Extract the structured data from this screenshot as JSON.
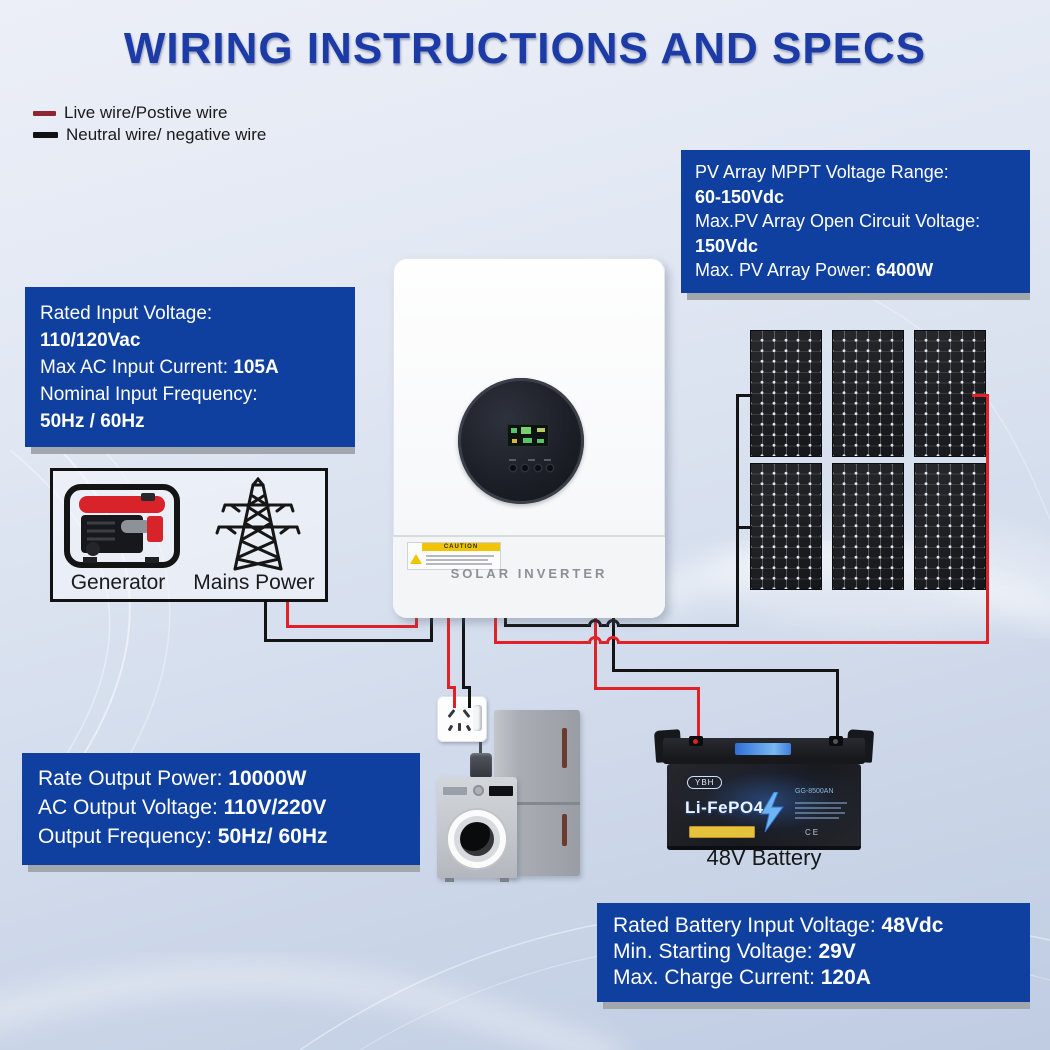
{
  "title": "WIRING INSTRUCTIONS AND SPECS",
  "legend": {
    "live": "Live wire/Postive wire",
    "neutral": "Neutral wire/ negative wire"
  },
  "colors": {
    "live_wire": "#e02126",
    "neutral_wire": "#141414",
    "legend_live_swatch": "#8f2733",
    "box_blue": "#10409f",
    "title_blue": "#1c3ba6"
  },
  "spec_boxes": {
    "pv": {
      "lines": [
        [
          {
            "t": "PV Array MPPT Voltage Range:"
          }
        ],
        [
          {
            "t": "60-150Vdc",
            "b": true
          }
        ],
        [
          {
            "t": "Max.PV Array Open Circuit Voltage:"
          }
        ],
        [
          {
            "t": "150Vdc",
            "b": true
          }
        ],
        [
          {
            "t": "Max. PV Array Power: "
          },
          {
            "t": "6400W",
            "b": true
          }
        ]
      ]
    },
    "ac_input": {
      "lines": [
        [
          {
            "t": "Rated Input Voltage:"
          }
        ],
        [
          {
            "t": "110/120Vac",
            "b": true
          }
        ],
        [
          {
            "t": "Max AC Input Current: "
          },
          {
            "t": "105A",
            "b": true
          }
        ],
        [
          {
            "t": "Nominal Input Frequency:"
          }
        ],
        [
          {
            "t": "50Hz / 60Hz",
            "b": true
          }
        ]
      ]
    },
    "ac_output": {
      "lines": [
        [
          {
            "t": "Rate Output Power: "
          },
          {
            "t": "10000W",
            "b": true
          }
        ],
        [
          {
            "t": "AC Output Voltage: "
          },
          {
            "t": "110V/220V",
            "b": true
          }
        ],
        [
          {
            "t": "Output Frequency: "
          },
          {
            "t": "50Hz/ 60Hz",
            "b": true
          }
        ]
      ]
    },
    "battery": {
      "lines": [
        [
          {
            "t": "Rated Battery Input Voltage: "
          },
          {
            "t": "48Vdc",
            "b": true
          }
        ],
        [
          {
            "t": "Min. Starting Voltage: "
          },
          {
            "t": "29V",
            "b": true
          }
        ],
        [
          {
            "t": "Max. Charge Current: "
          },
          {
            "t": "120A",
            "b": true
          }
        ]
      ]
    }
  },
  "source_box": {
    "generator_label": "Generator",
    "mains_label": "Mains Power"
  },
  "inverter": {
    "name": "SOLAR INVERTER",
    "caution": "CAUTION"
  },
  "battery": {
    "brand": "YBH",
    "chemistry": "Li-FePO4",
    "model": "GG-8500AN",
    "cert": "CE",
    "label": "48V Battery"
  }
}
